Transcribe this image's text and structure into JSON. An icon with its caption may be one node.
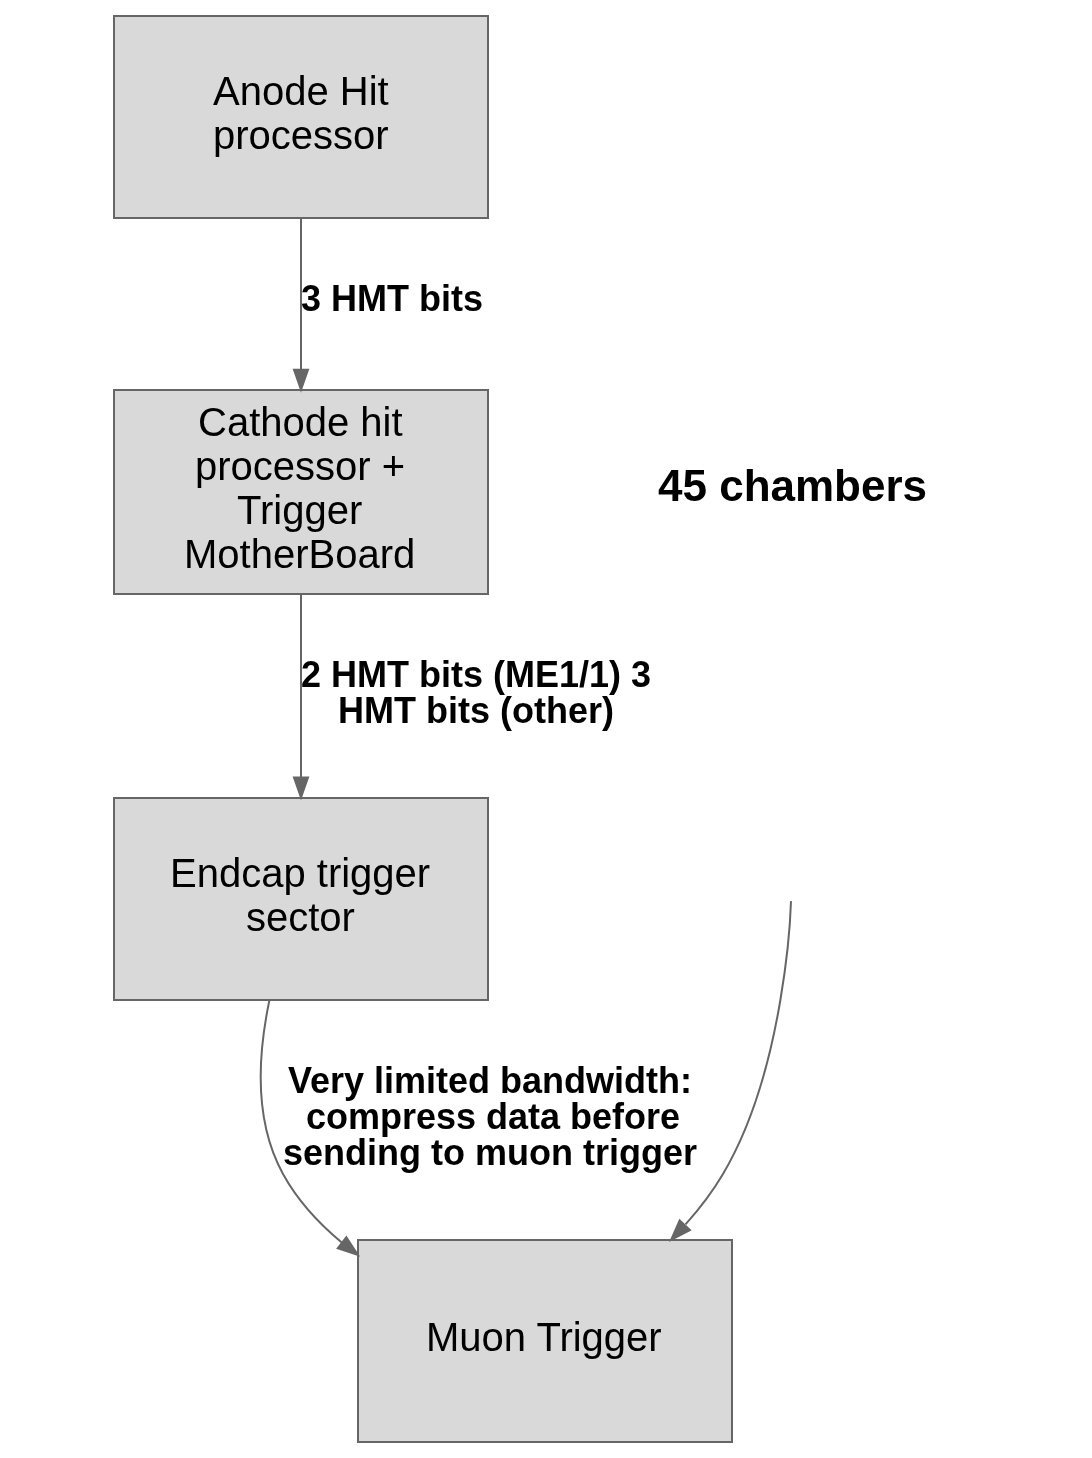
{
  "diagram": {
    "nodes": [
      {
        "text": [
          "Anode Hit processor"
        ]
      },
      {
        "text": [
          "Cathode hit processor + Trigger MotherBoard"
        ],
        "beside": [
          "45 chambers"
        ]
      },
      {
        "text": [
          "Endcap trigger sector"
        ]
      },
      {
        "text": [
          "Muon Trigger"
        ]
      }
    ],
    "edges": [
      {
        "from": 0,
        "to": 1,
        "arrow": "to",
        "label": "3 HMT bits"
      },
      {
        "from": 1,
        "to": 2,
        "arrow": "to",
        "label": "2 HMT bits (ME1/1) 3 HMT bits (other)"
      },
      {
        "from": 2,
        "to": 3,
        "arrow": "to",
        "label": "Very limited bandwidth: compress data before sending to muon trigger"
      },
      {
        "from": null,
        "to": 3,
        "arrow": "to"
      }
    ]
  }
}
